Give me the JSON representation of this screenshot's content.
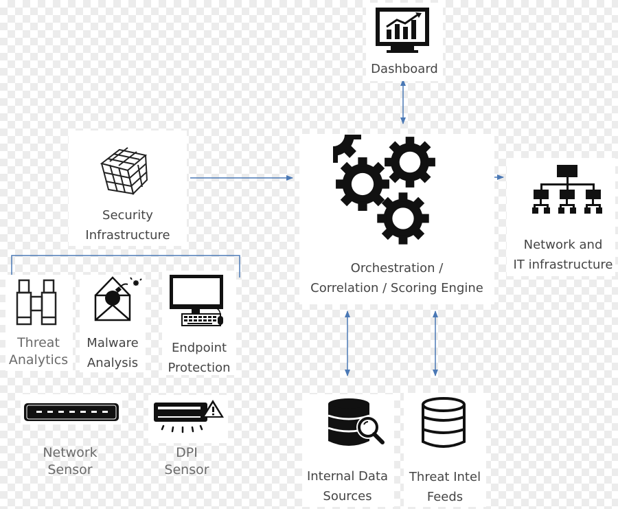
{
  "nodes": {
    "dashboard": {
      "label": "Dashboard",
      "icon": "dashboard-chart-icon"
    },
    "security_infrastructure": {
      "line1": "Security",
      "line2": "Infrastructure",
      "icon": "cube-icon"
    },
    "engine": {
      "line1": "Orchestration /",
      "line2": "Correlation / Scoring Engine",
      "icon": "gears-icon"
    },
    "network_it": {
      "line1": "Network and",
      "line2": "IT infrastructure",
      "icon": "hierarchy-icon"
    },
    "threat_analytics": {
      "line1": "Threat",
      "line2": "Analytics",
      "icon": "binoculars-icon"
    },
    "malware_analysis": {
      "line1": "Malware",
      "line2": "Analysis",
      "icon": "envelope-bomb-icon"
    },
    "endpoint_protection": {
      "line1": "Endpoint",
      "line2": "Protection",
      "icon": "computer-icon"
    },
    "network_sensor": {
      "line1": "Network",
      "line2": "Sensor",
      "icon": "sensor-device-icon"
    },
    "dpi_sensor": {
      "line1": "DPI",
      "line2": "Sensor",
      "icon": "dpi-warning-icon"
    },
    "internal_data_sources": {
      "line1": "Internal Data",
      "line2": "Sources",
      "icon": "database-search-icon"
    },
    "threat_intel_feeds": {
      "line1": "Threat Intel",
      "line2": "Feeds",
      "icon": "database-icon"
    }
  },
  "colors": {
    "arrow": "#4a78b5",
    "icon": "#111111",
    "text_dark": "#444444",
    "text_grey": "#6a6a6a"
  }
}
